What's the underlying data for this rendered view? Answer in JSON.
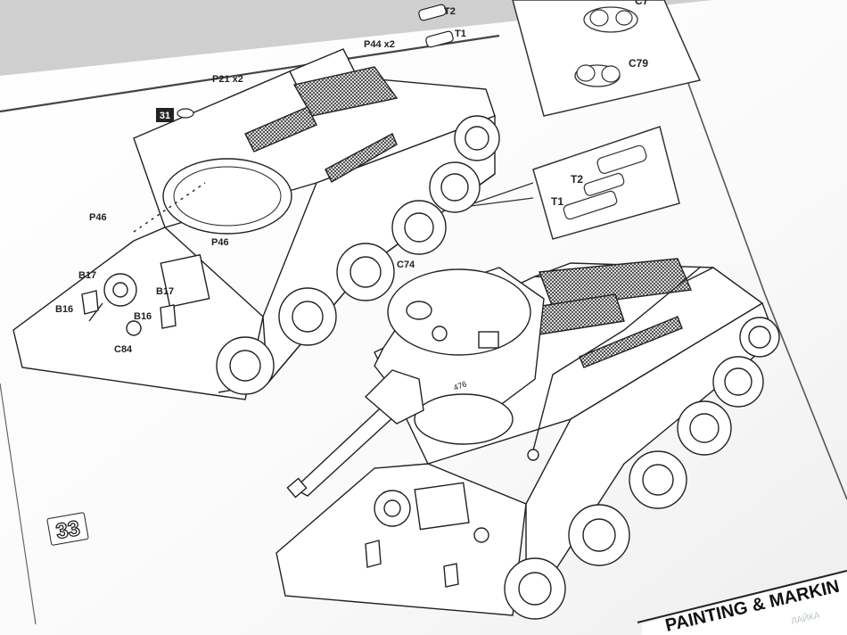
{
  "step_badge_31": "31",
  "step_badge_33": "33",
  "footer_title": "PAINTING & MARKIN",
  "turret_number": "476",
  "watermark": "ЛАЙКА",
  "labels": {
    "t2_top": "T2",
    "t1_top": "T1",
    "p44": "P44 x2",
    "p21": "P21 x2",
    "p46_a": "P46",
    "p46_b": "P46",
    "b17_a": "B17",
    "b17_b": "B17",
    "b16_a": "B16",
    "b16_b": "B16",
    "c84": "C84",
    "c74": "C74",
    "c79": "C79",
    "c7x": "C7",
    "t2_box": "T2",
    "t1_box": "T1"
  }
}
